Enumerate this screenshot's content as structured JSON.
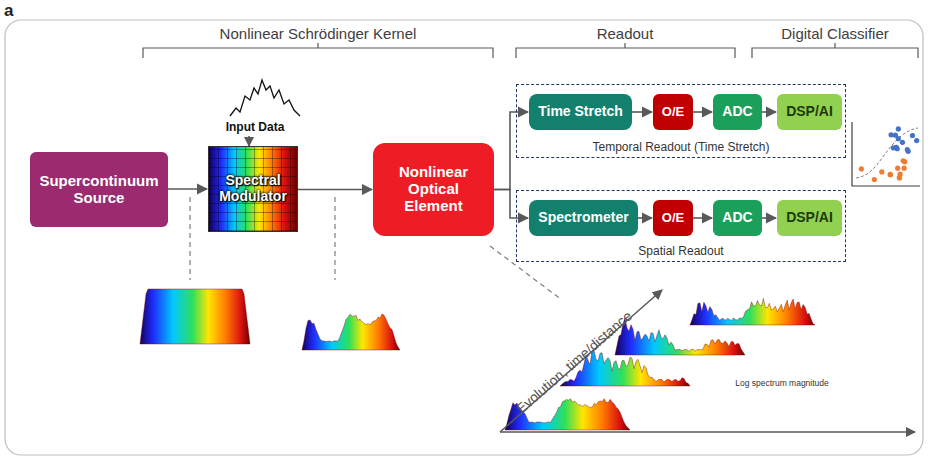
{
  "diagram": {
    "nodes": [
      {
        "text": [
          "Supercontinuum Source"
        ]
      },
      {
        "text": [
          "Spectral Modulator"
        ]
      },
      {
        "text": [
          "Nonlinear Optical Element"
        ]
      },
      {
        "text": [
          "Temporal Readout (Time Stretch)"
        ]
      },
      {
        "text": [
          "Time Stretch"
        ],
        "in": 3
      },
      {
        "text": [
          "O/E"
        ],
        "in": 3
      },
      {
        "text": [
          "ADC"
        ],
        "in": 3
      },
      {
        "text": [
          "DSP/AI"
        ],
        "in": 3
      },
      {
        "text": [
          "Spatial Readout"
        ]
      },
      {
        "text": [
          "Spectrometer"
        ],
        "in": 8
      },
      {
        "text": [
          "O/E"
        ],
        "in": 8
      },
      {
        "text": [
          "ADC"
        ],
        "in": 8
      },
      {
        "text": [
          "DSP/AI"
        ],
        "in": 8
      }
    ],
    "edges": [
      {
        "from": 0,
        "to": 1,
        "arrow": "to"
      },
      {
        "from": 1,
        "to": 2,
        "arrow": "to"
      },
      {
        "from": 2,
        "to": 4,
        "arrow": "to"
      },
      {
        "from": 2,
        "to": 9,
        "arrow": "to"
      },
      {
        "from": 4,
        "to": 5,
        "arrow": "to"
      },
      {
        "from": 5,
        "to": 6,
        "arrow": "to"
      },
      {
        "from": 6,
        "to": 7,
        "arrow": "to"
      },
      {
        "from": 9,
        "to": 10,
        "arrow": "to"
      },
      {
        "from": 10,
        "to": 11,
        "arrow": "to"
      },
      {
        "from": 11,
        "to": 12,
        "arrow": "to"
      }
    ],
    "labels": [
      "a",
      "Nonlinear Schrödinger Kernel",
      "Readout",
      "Digital Classifier",
      "Input Data",
      "Evolution, time/distance",
      "Log spectrum magnitude"
    ]
  }
}
